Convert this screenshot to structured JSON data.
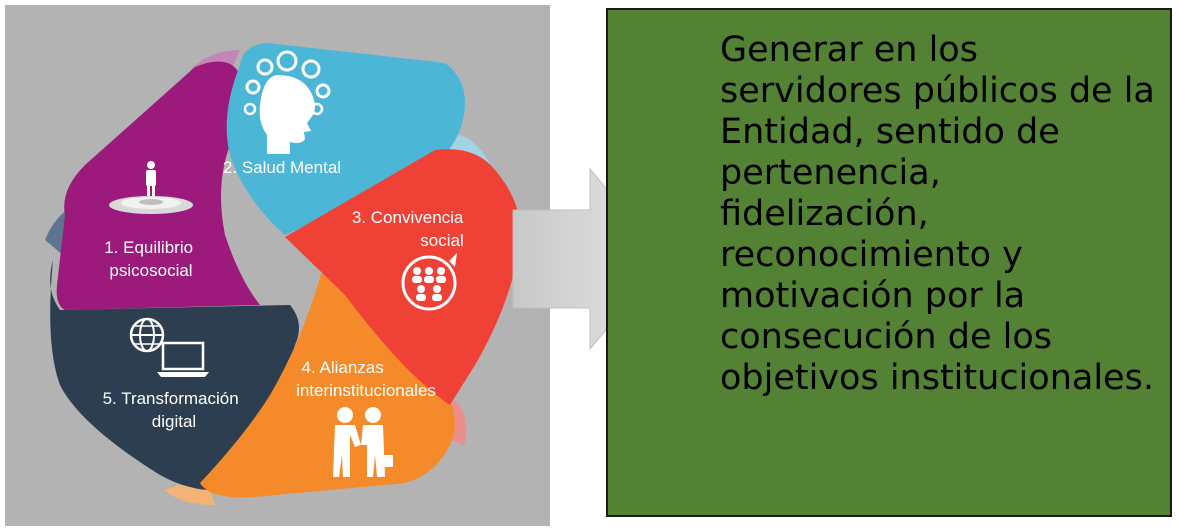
{
  "segments": [
    {
      "number_label": "1. Equilibrio",
      "label_line2": "psicosocial",
      "color": "#9b1a7b",
      "icon": "person-on-pedestal-icon"
    },
    {
      "number_label": "2. Salud Mental",
      "label_line2": "",
      "color": "#4bb6d6",
      "icon": "head-gears-icon"
    },
    {
      "number_label": "3. Convivencia",
      "label_line2": "social",
      "color": "#ef4136",
      "icon": "people-cycle-icon"
    },
    {
      "number_label": "4. Alianzas",
      "label_line2": "interinstitucionales",
      "color": "#f58a2b",
      "icon": "handshake-icon"
    },
    {
      "number_label": "5. Transformación",
      "label_line2": "digital",
      "color": "#2c3e50",
      "icon": "globe-laptop-icon"
    }
  ],
  "arrow_icon": "right-arrow-icon",
  "goal": {
    "text": "Generar en los servidores públicos de la Entidad, sentido de pertenencia, fidelización, reconocimiento y motivación por la consecución de los objetivos institucionales.",
    "background": "#548235"
  }
}
